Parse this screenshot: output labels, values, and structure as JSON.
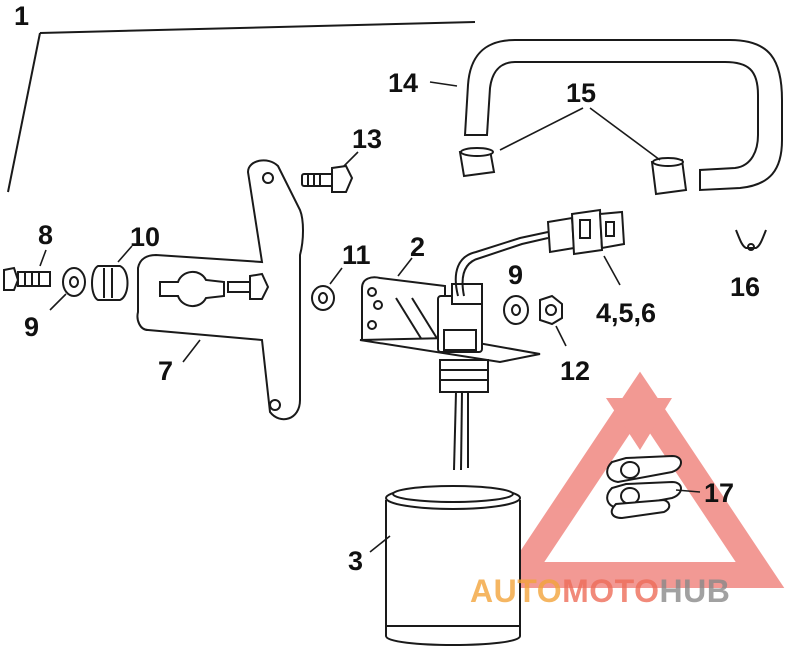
{
  "callouts": {
    "c1": "1",
    "c2": "2",
    "c3": "3",
    "c456": "4,5,6",
    "c7": "7",
    "c8": "8",
    "c9_left": "9",
    "c9_right": "9",
    "c10": "10",
    "c11": "11",
    "c12": "12",
    "c13": "13",
    "c14": "14",
    "c15": "15",
    "c16": "16",
    "c17": "17"
  },
  "watermark": {
    "part1": "AUTO",
    "part2": "MOTO",
    "part3": "HUB",
    "colors": {
      "triangle": "#e8463c",
      "auto": "#f3a43c",
      "moto": "#ee6d5a",
      "hub": "#8a8a8a"
    }
  },
  "colors": {
    "line": "#1a1a1a",
    "fill": "#ffffff",
    "shade": "#d9d9d9"
  }
}
